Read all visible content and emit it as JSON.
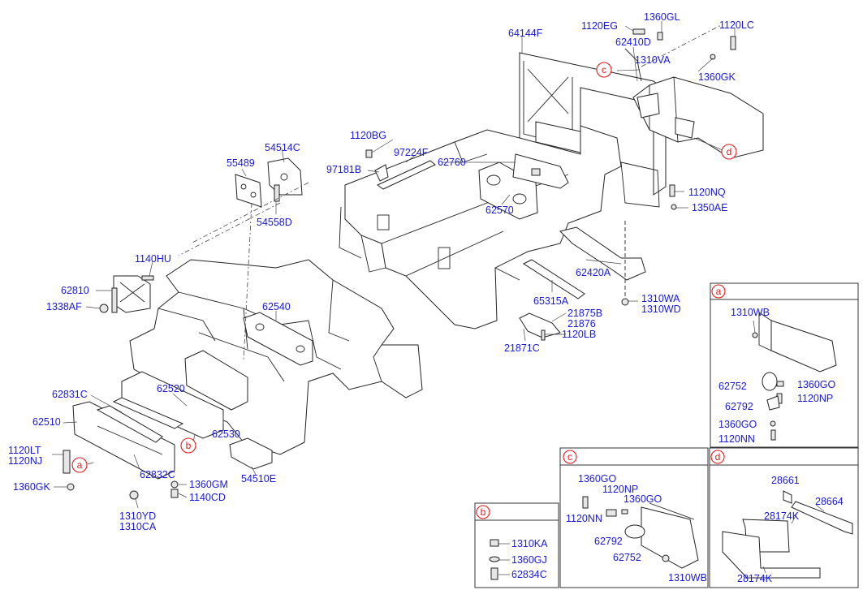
{
  "labels": {
    "p64144F": "64144F",
    "p1120EG": "1120EG",
    "p1360GL": "1360GL",
    "p1120LC": "1120LC",
    "p62410D": "62410D",
    "p1310VA": "1310VA",
    "p1360GK_top": "1360GK",
    "p1120BG": "1120BG",
    "p97224F": "97224F",
    "p97181B": "97181B",
    "p62760": "62760",
    "p54514C": "54514C",
    "p55489": "55489",
    "p54558D": "54558D",
    "p62570": "62570",
    "p1120NQ": "1120NQ",
    "p1350AE": "1350AE",
    "p1140HU": "1140HU",
    "p62420A": "62420A",
    "p62810": "62810",
    "p1338AF": "1338AF",
    "p65315A": "65315A",
    "p1310WA": "1310WA",
    "p1310WD": "1310WD",
    "p62540": "62540",
    "p21875B": "21875B",
    "p21876": "21876",
    "p1120LB": "1120LB",
    "p21871C": "21871C",
    "p62831C": "62831C",
    "p62520": "62520",
    "p62510": "62510",
    "p62530": "62530",
    "p1120LT": "1120LT",
    "p1120NJ": "1120NJ",
    "p62832C": "62832C",
    "p1360GM": "1360GM",
    "p1140CD": "1140CD",
    "p54510E": "54510E",
    "p1360GK_left": "1360GK",
    "p1310YD": "1310YD",
    "p1310CA": "1310CA",
    "a_1310WB": "1310WB",
    "a_62752": "62752",
    "a_1360GO": "1360GO",
    "a_62792": "62792",
    "a_1120NP": "1120NP",
    "a_1360GO_2": "1360GO",
    "a_1120NN": "1120NN",
    "b_1310KA": "1310KA",
    "b_1360GJ": "1360GJ",
    "b_62834C": "62834C",
    "c_1360GO": "1360GO",
    "c_1120NP": "1120NP",
    "c_1360GO_2": "1360GO",
    "c_1120NN": "1120NN",
    "c_62792": "62792",
    "c_62752": "62752",
    "c_1310WB": "1310WB",
    "d_28661": "28661",
    "d_28664": "28664",
    "d_28174K": "28174K",
    "d_28174K_2": "28174K"
  },
  "callouts": {
    "a": "a",
    "b": "b",
    "c": "c",
    "d": "d"
  },
  "colors": {
    "label": "#1a1ad6",
    "callout": "#e01818",
    "line": "#222222"
  }
}
